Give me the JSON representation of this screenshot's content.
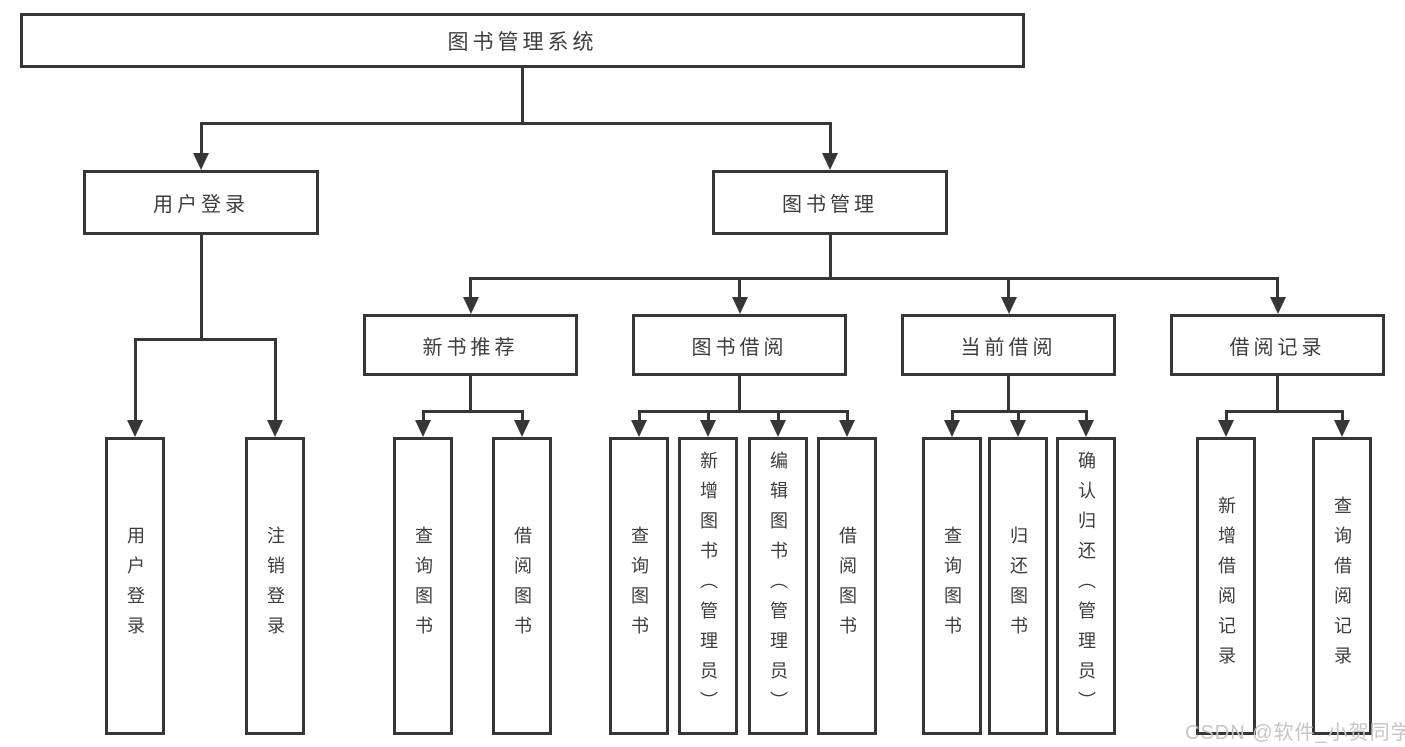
{
  "diagram": {
    "title": "图书管理系统",
    "level2": [
      {
        "id": "user-login",
        "label": "用户登录"
      },
      {
        "id": "book-management",
        "label": "图书管理"
      }
    ],
    "level3": [
      {
        "id": "new-book-recommendation",
        "label": "新书推荐"
      },
      {
        "id": "book-borrowing",
        "label": "图书借阅"
      },
      {
        "id": "current-borrowing",
        "label": "当前借阅"
      },
      {
        "id": "borrowing-records",
        "label": "借阅记录"
      }
    ],
    "leaves": [
      {
        "id": "user-login-leaf",
        "label": "用户登录"
      },
      {
        "id": "logout",
        "label": "注销登录"
      },
      {
        "id": "query-books-recommend",
        "label": "查询图书"
      },
      {
        "id": "borrow-books-recommend",
        "label": "借阅图书"
      },
      {
        "id": "query-books-borrowing",
        "label": "查询图书"
      },
      {
        "id": "add-books-admin",
        "label": "新增图书（管理员）"
      },
      {
        "id": "edit-books-admin",
        "label": "编辑图书（管理员）"
      },
      {
        "id": "borrow-books",
        "label": "借阅图书"
      },
      {
        "id": "query-books-current",
        "label": "查询图书"
      },
      {
        "id": "return-books",
        "label": "归还图书"
      },
      {
        "id": "confirm-return-admin",
        "label": "确认归还（管理员）"
      },
      {
        "id": "add-borrow-record",
        "label": "新增借阅记录"
      },
      {
        "id": "query-borrow-record",
        "label": "查询借阅记录"
      }
    ],
    "line_color": "#363636",
    "watermark": "CSDN @软件_小贺同学"
  }
}
